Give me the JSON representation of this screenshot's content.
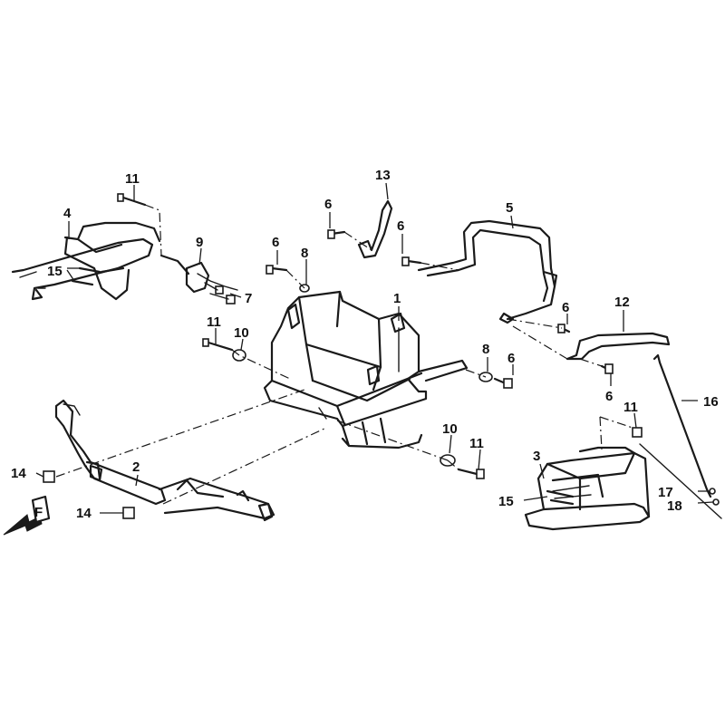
{
  "callouts": {
    "c1": "1",
    "c2": "2",
    "c3": "3",
    "c4": "4",
    "c5": "5",
    "c6a": "6",
    "c6b": "6",
    "c6c": "6",
    "c6d": "6",
    "c6e": "6",
    "c6f": "6",
    "c7": "7",
    "c8a": "8",
    "c8b": "8",
    "c9": "9",
    "c10a": "10",
    "c10b": "10",
    "c11a": "11",
    "c11b": "11",
    "c11c": "11",
    "c11d": "11",
    "c12": "12",
    "c13": "13",
    "c14a": "14",
    "c14b": "14",
    "c15a": "15",
    "c15b": "15",
    "c16": "16",
    "c17": "17",
    "c18": "18"
  },
  "orientation_marker": "F"
}
